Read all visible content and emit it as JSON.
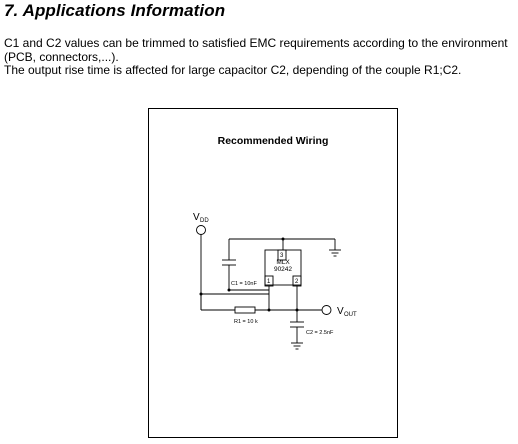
{
  "section_heading": "7.  Applications Information",
  "paragraphs": [
    "C1 and C2 values can be trimmed to satisfied EMC requirements according to the environment (PCB, connectors,...).",
    "The output rise time is affected for large capacitor C2, depending of the couple R1;C2."
  ],
  "figure": {
    "title": "Recommended Wiring",
    "vdd_label": "V",
    "vdd_sub": "DD",
    "vout_label": "V",
    "vout_sub": "OUT",
    "ic_name": "MLX",
    "ic_part": "90242",
    "pin_top": "3",
    "pin_left": "1",
    "pin_right": "2",
    "c1_label": "C1 = 10nF",
    "r1_label": "R1 = 10 k",
    "c2_label": "C2 = 2.5nF"
  }
}
